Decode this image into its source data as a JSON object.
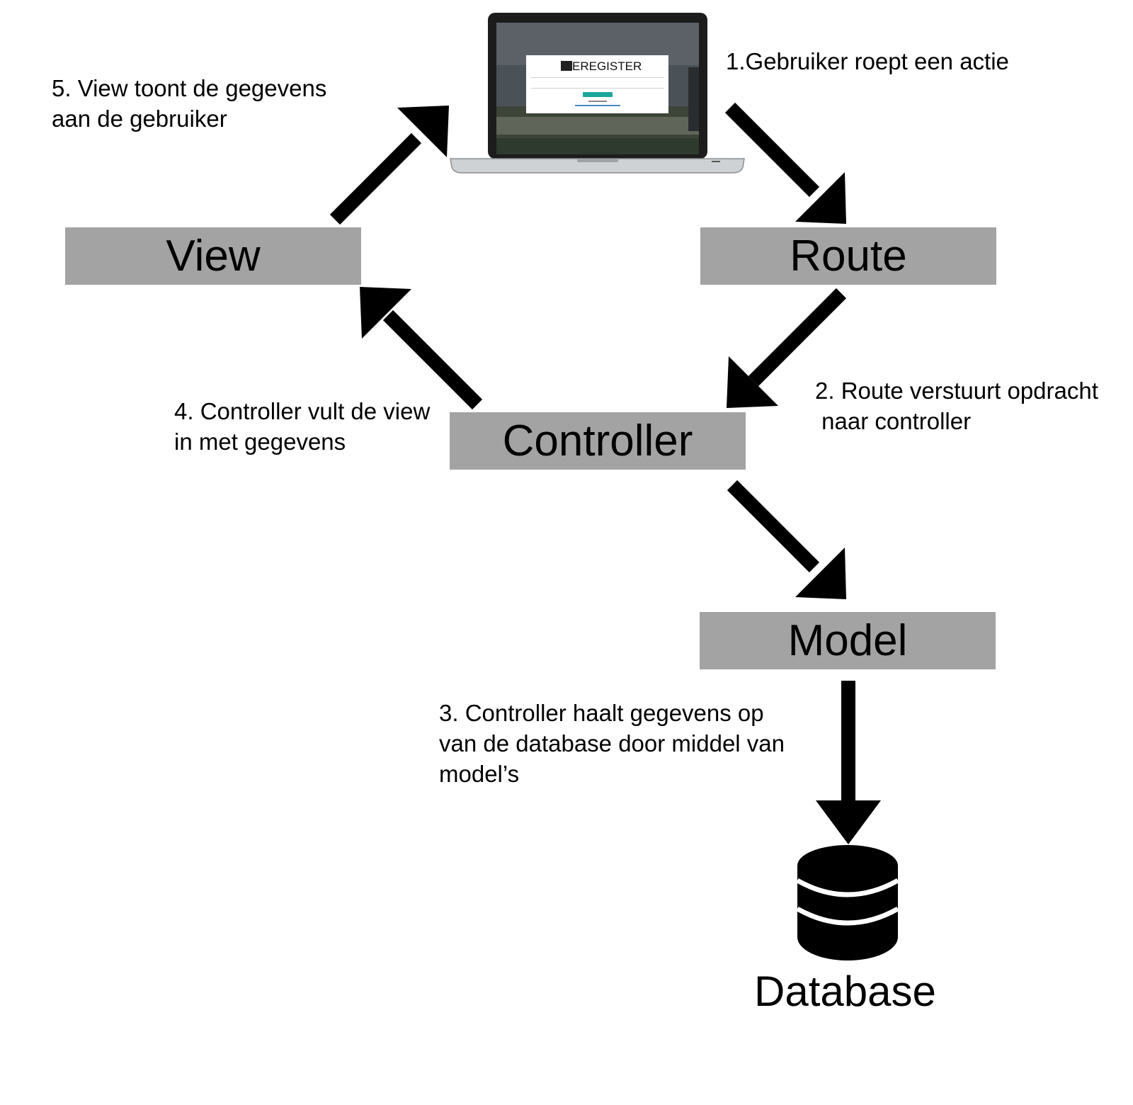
{
  "nodes": {
    "view": "View",
    "route": "Route",
    "controller": "Controller",
    "model": "Model",
    "database": "Database"
  },
  "steps": {
    "step1": "1.Gebruiker roept een actie",
    "step2": "2. Route verstuurt opdracht\n naar controller",
    "step3": "3. Controller haalt gegevens op\nvan de database door middel van\nmodel’s",
    "step4": "4. Controller vult de view\nin met gegevens",
    "step5": "5. View toont de gegevens\naan de gebruiker"
  },
  "laptop_screen": {
    "logo_text": "EREGISTER"
  },
  "colors": {
    "box_fill": "#a3a3a3",
    "arrow": "#000000",
    "login_button": "#1aa79a"
  },
  "icons": {
    "device": "laptop-icon",
    "storage": "database-icon"
  }
}
